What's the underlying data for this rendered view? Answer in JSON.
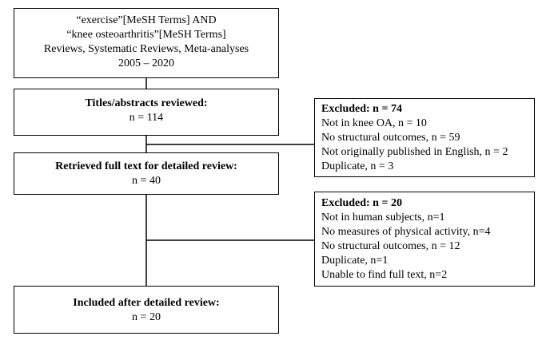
{
  "search_box": {
    "lines": [
      "“exercise”[MeSH Terms] AND",
      "“knee osteoarthritis”[MeSH Terms]",
      "Reviews, Systematic Reviews, Meta-analyses",
      "2005 – 2020"
    ]
  },
  "titles_box": {
    "title": "Titles/abstracts reviewed:",
    "count": "n = 114"
  },
  "fulltext_box": {
    "title": "Retrieved full text for detailed review:",
    "count": "n = 40"
  },
  "included_box": {
    "title": "Included after detailed review:",
    "count": "n = 20"
  },
  "excluded_1": {
    "title": "Excluded: n = 74",
    "reasons": [
      "Not in knee OA, n = 10",
      "No structural outcomes, n = 59",
      "Not originally published in English, n = 2",
      "Duplicate, n = 3"
    ]
  },
  "excluded_2": {
    "title": "Excluded: n = 20",
    "reasons": [
      "Not in human subjects, n=1",
      "No measures of physical activity, n=4",
      "No structural outcomes, n = 12",
      "Duplicate, n=1",
      "Unable to find full text, n=2"
    ]
  }
}
